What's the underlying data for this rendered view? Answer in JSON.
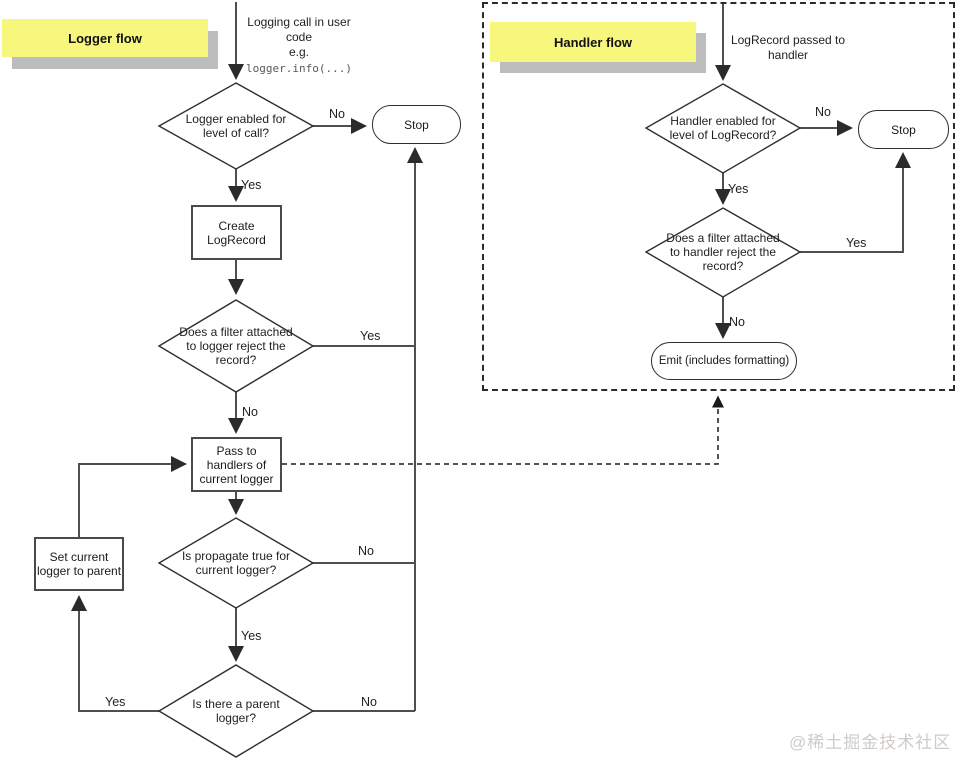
{
  "labels": {
    "yes": "Yes",
    "no": "No"
  },
  "logger": {
    "title": "Logger flow",
    "entry_text": "Logging call in user\ncode\ne.g.",
    "entry_code": "logger.info(...)",
    "d_enabled": "Logger enabled for\nlevel of call?",
    "stop": "Stop",
    "create": "Create\nLogRecord",
    "d_filter": "Does a filter attached\nto logger reject the\nrecord?",
    "pass": "Pass to\nhandlers of\ncurrent logger",
    "d_propagate": "Is propagate true for\ncurrent logger?",
    "set_parent": "Set current\nlogger to parent",
    "d_parent": "Is there a parent\nlogger?"
  },
  "handler": {
    "title": "Handler flow",
    "entry_text": "LogRecord passed to\nhandler",
    "d_enabled": "Handler enabled for\nlevel of LogRecord?",
    "stop": "Stop",
    "d_filter": "Does a filter attached\nto handler reject the\nrecord?",
    "emit": "Emit (includes formatting)"
  },
  "watermark": {
    "text": "@稀土掘金技术社区"
  },
  "colors": {
    "sticky_yellow": "#f7f77e",
    "sticky_shadow": "#bdbdbd",
    "connector": "#4f4f4f",
    "shape_border": "#2e2e2e"
  }
}
